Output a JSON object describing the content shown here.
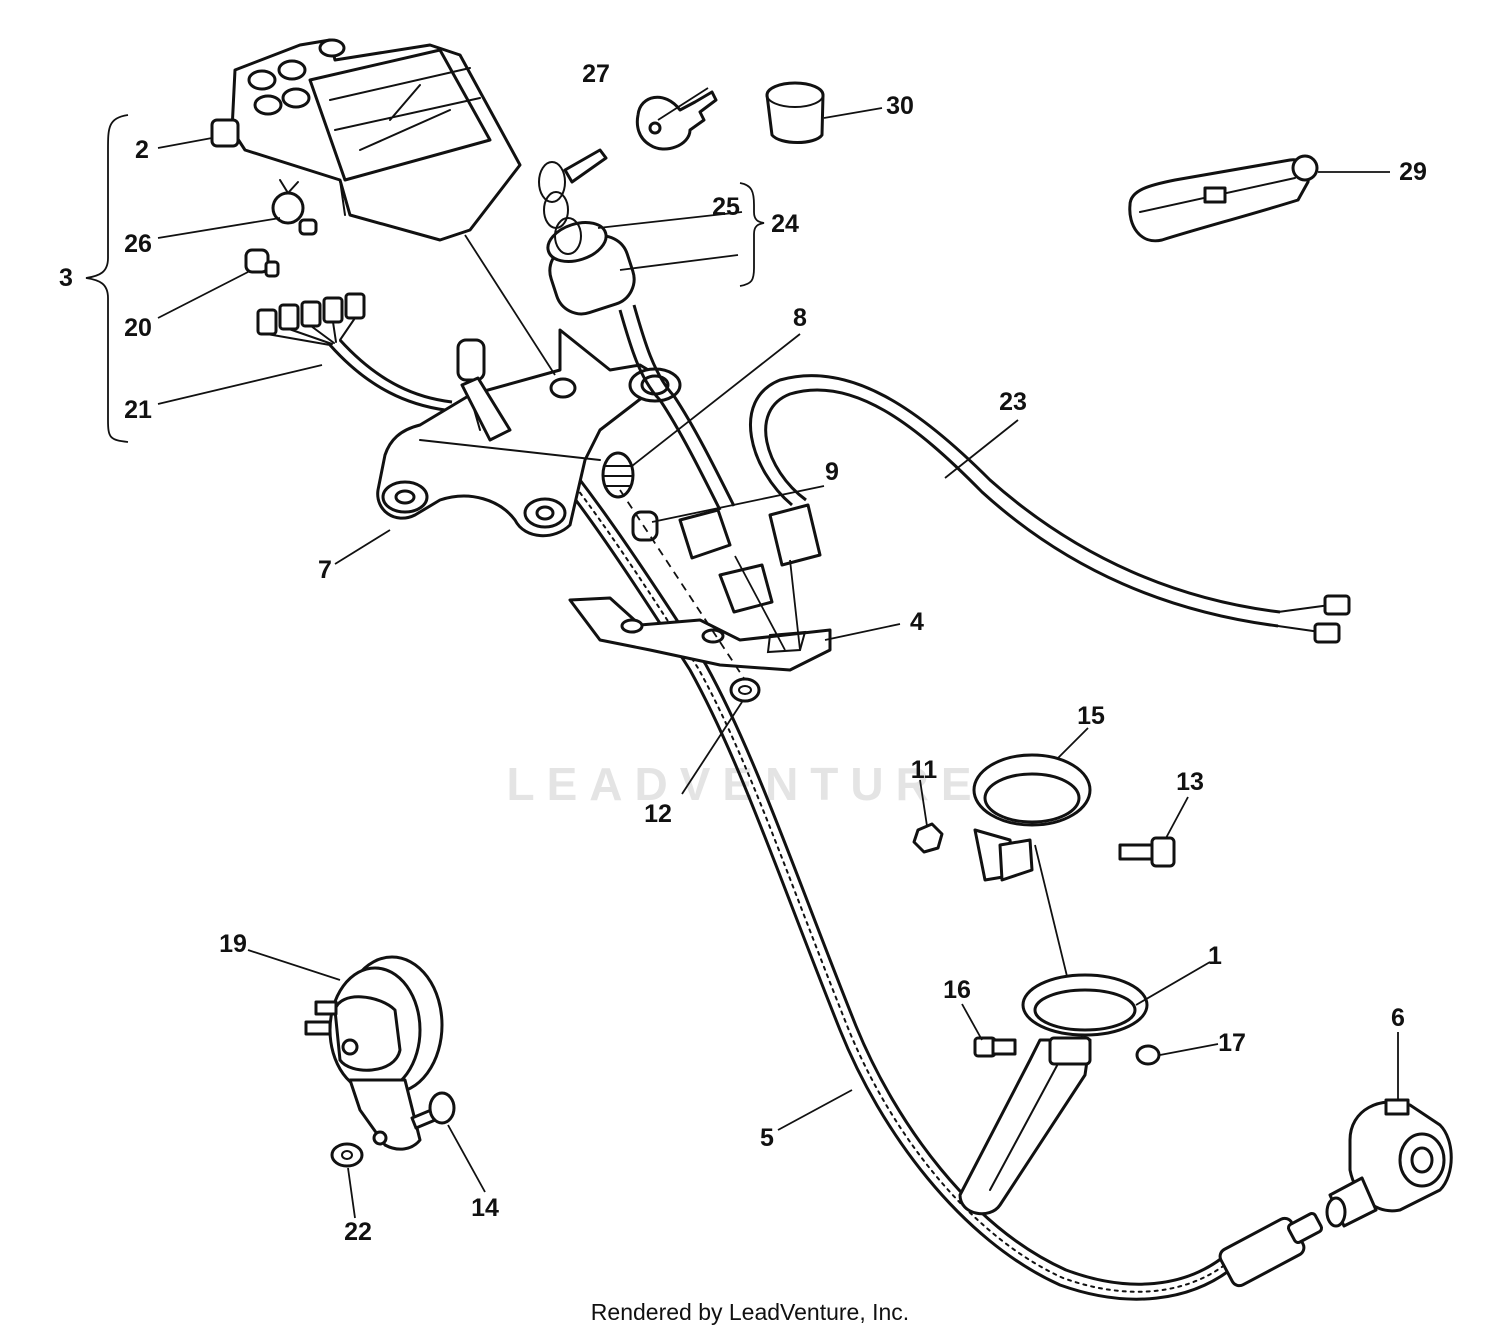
{
  "diagram": {
    "callouts": {
      "c1": "1",
      "c2": "2",
      "c3": "3",
      "c4": "4",
      "c5": "5",
      "c6": "6",
      "c7": "7",
      "c8": "8",
      "c9": "9",
      "c11": "11",
      "c12": "12",
      "c13": "13",
      "c14": "14",
      "c15": "15",
      "c16": "16",
      "c17": "17",
      "c19": "19",
      "c20": "20",
      "c21": "21",
      "c22": "22",
      "c23": "23",
      "c24": "24",
      "c25": "25",
      "c26": "26",
      "c27": "27",
      "c29": "29",
      "c30": "30"
    },
    "watermark": "LEADVENTURE",
    "footer": "Rendered by LeadVenture, Inc."
  },
  "colors": {
    "ink": "#111111",
    "paper": "#ffffff",
    "watermark": "#e4e4e4"
  }
}
